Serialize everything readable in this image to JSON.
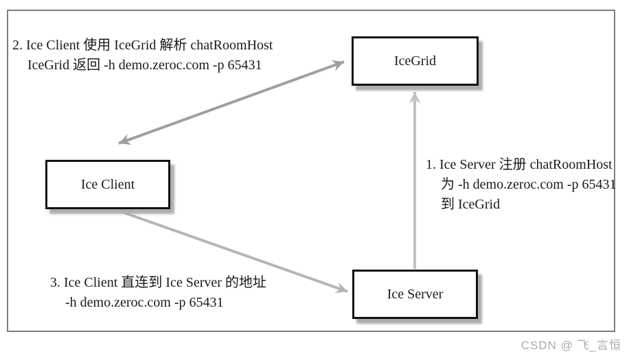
{
  "diagram": {
    "nodes": {
      "icegrid": {
        "label": "IceGrid"
      },
      "client": {
        "label": "Ice Client"
      },
      "server": {
        "label": "Ice Server"
      }
    },
    "notes": {
      "step1": {
        "line1": "1. Ice Server 注册 chatRoomHost",
        "line2": "为 -h demo.zeroc.com -p 65431",
        "line3": "到 IceGrid"
      },
      "step2": {
        "line1": "2. Ice Client 使用 IceGrid 解析 chatRoomHost",
        "line2": "IceGrid 返回 -h demo.zeroc.com -p 65431"
      },
      "step3": {
        "line1": "3. Ice Client 直连到 Ice Server 的地址",
        "line2": "-h demo.zeroc.com -p 65431"
      }
    },
    "edges": [
      {
        "name": "client-icegrid",
        "from": "Ice Client",
        "to": "IceGrid",
        "direction": "bidirectional"
      },
      {
        "name": "server-icegrid",
        "from": "Ice Server",
        "to": "IceGrid",
        "direction": "one-way"
      },
      {
        "name": "client-server",
        "from": "Ice Client",
        "to": "Ice Server",
        "direction": "one-way"
      }
    ]
  },
  "watermark": "CSDN @ 飞_言恒",
  "colors": {
    "arrow_medium": "#9f9f9f",
    "arrow_light": "#c2c2c2",
    "arrow_soft": "#b5b5b5",
    "box_border": "#111111",
    "box_shadow": "#aeaeae",
    "outer_border": "#7d7d7d",
    "text": "#1a1a1a",
    "watermark": "#a7acb2"
  }
}
